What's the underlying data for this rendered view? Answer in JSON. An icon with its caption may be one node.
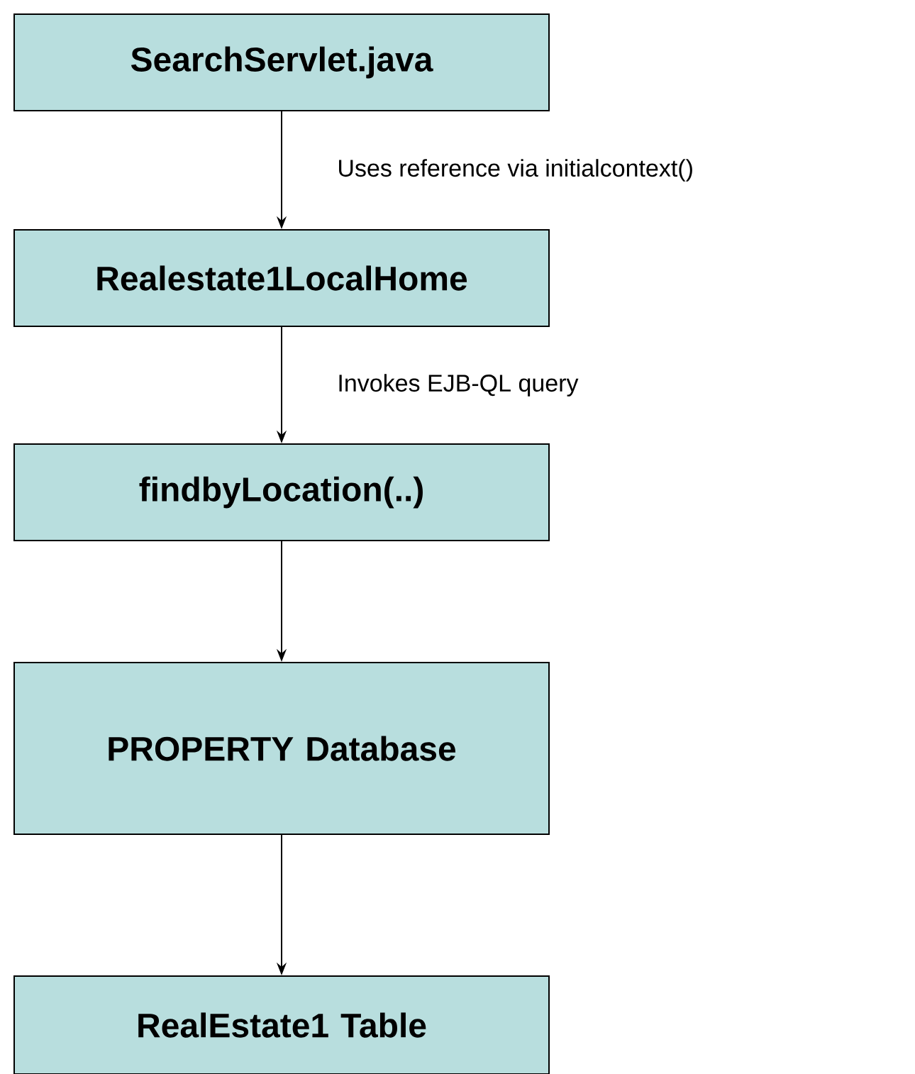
{
  "diagram": {
    "nodes": [
      {
        "text": [
          "SearchServlet.java"
        ]
      },
      {
        "text": [
          "Realestate1LocalHome"
        ]
      },
      {
        "text": [
          "findbyLocation(..)"
        ]
      },
      {
        "text": [
          "PROPERTY Database"
        ]
      },
      {
        "text": [
          "RealEstate1 Table"
        ]
      }
    ],
    "edges": [
      {
        "from": 0,
        "to": 1,
        "arrow": "to",
        "label": "Uses reference via initialcontext()"
      },
      {
        "from": 1,
        "to": 2,
        "arrow": "to",
        "label": "Invokes EJB-QL query"
      },
      {
        "from": 2,
        "to": 3,
        "arrow": "to"
      },
      {
        "from": 3,
        "to": 4,
        "arrow": "to"
      }
    ]
  }
}
